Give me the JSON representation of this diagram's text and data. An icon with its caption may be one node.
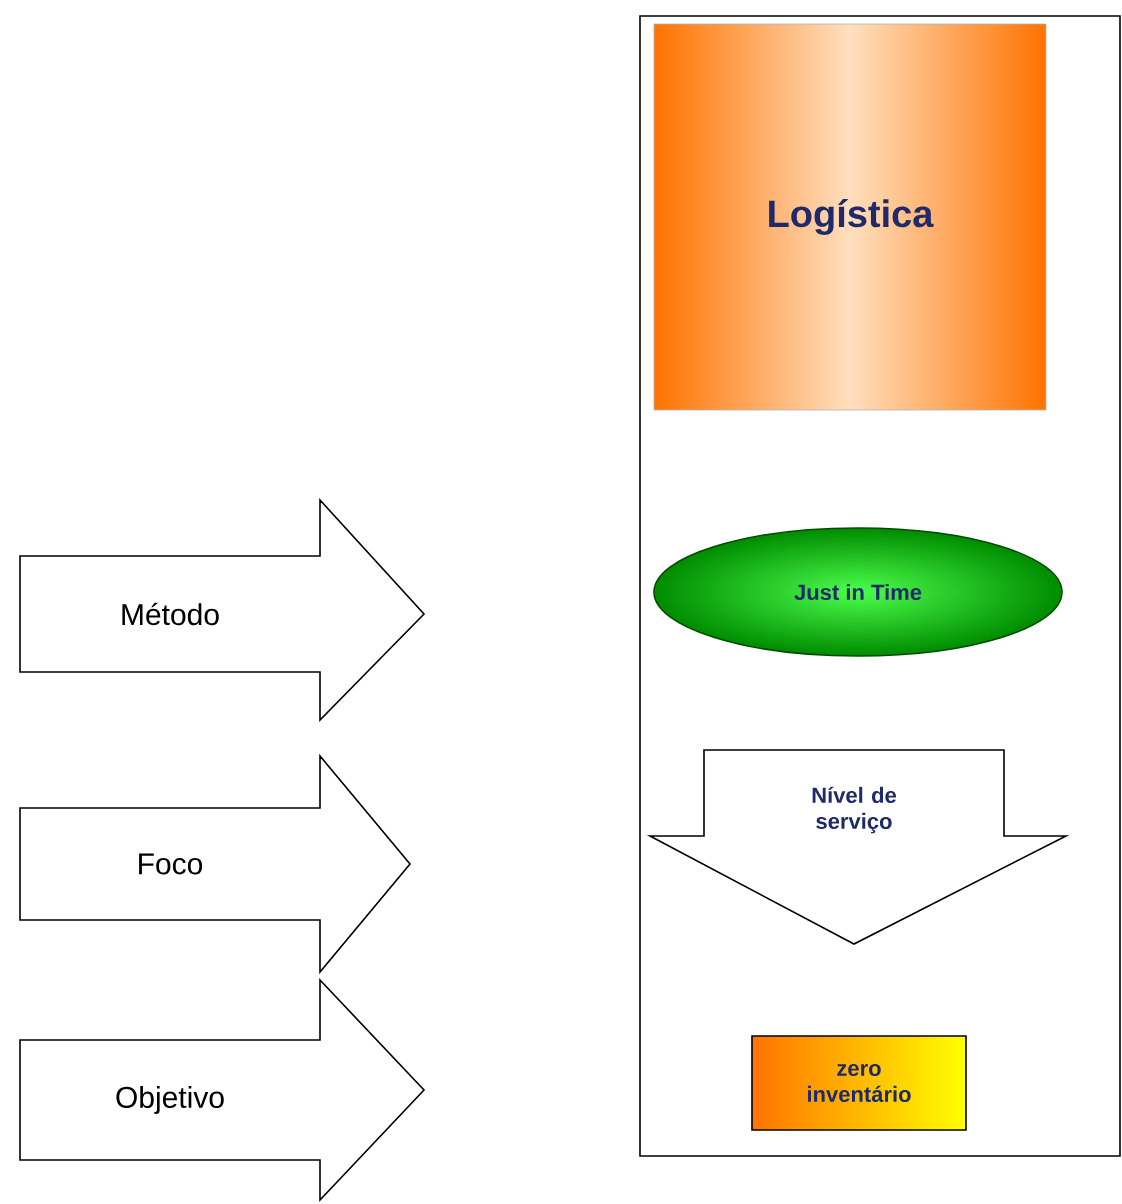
{
  "diagram": {
    "nodes": [
      {
        "text": [
          "Método"
        ]
      },
      {
        "text": [
          "Foco"
        ]
      },
      {
        "text": [
          "Objetivo"
        ]
      },
      {
        "text": [
          "Logística"
        ]
      },
      {
        "text": [
          "Just in Time"
        ]
      },
      {
        "text": [
          "Nível de serviço"
        ]
      },
      {
        "text": [
          "zero inventário"
        ]
      }
    ]
  }
}
